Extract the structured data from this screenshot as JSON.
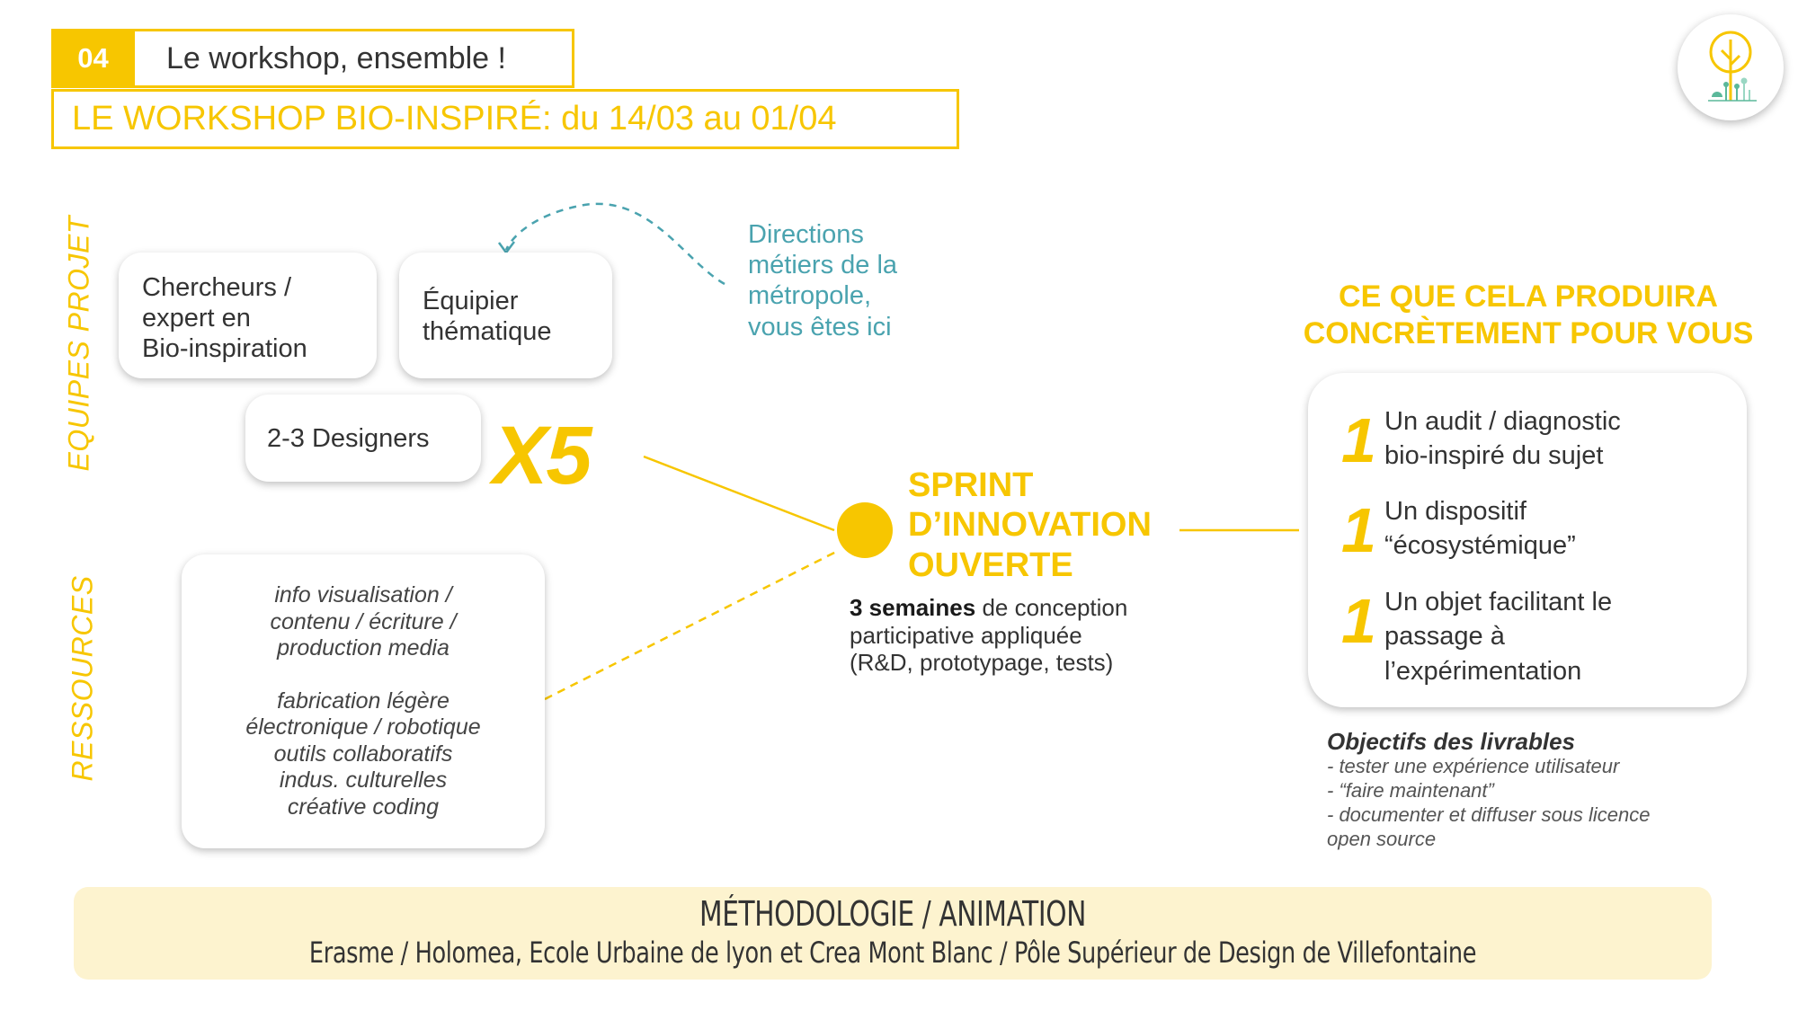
{
  "header": {
    "section_number": "04",
    "section_title": "Le workshop, ensemble !",
    "subtitle": "LE WORKSHOP BIO-INSPIRÉ: du 14/03 au 01/04"
  },
  "labels": {
    "equipes": "EQUIPES PROJET",
    "ressources": "RESSOURCES"
  },
  "teams": {
    "chercheurs": [
      "Chercheurs /",
      "expert en",
      "Bio-inspiration"
    ],
    "equipier": [
      "Équipier",
      "thématique"
    ],
    "designers": "2-3 Designers",
    "multiplier": "X5"
  },
  "directions": [
    "Directions",
    "métiers de la",
    "métropole,",
    "vous êtes ici"
  ],
  "resources": [
    "info visualisation /",
    "contenu / écriture /",
    "production media",
    "",
    "fabrication légère",
    "électronique / robotique",
    "outils collaboratifs",
    "indus. culturelles",
    "créative coding"
  ],
  "sprint": {
    "title": [
      "SPRINT",
      "D’INNOVATION",
      "OUVERTE"
    ],
    "duration_bold": "3 semaines",
    "desc_line1_rest": " de conception",
    "desc_line2": "participative appliquée",
    "desc_line3": "(R&D, prototypage, tests)"
  },
  "produce": {
    "title": [
      "CE QUE CELA PRODUIRA",
      "CONCRÈTEMENT POUR VOUS"
    ],
    "items": [
      {
        "num": "1",
        "text": [
          "Un audit / diagnostic",
          "bio-inspiré du sujet"
        ]
      },
      {
        "num": "1",
        "text": [
          "Un dispositif",
          "“écosystémique”"
        ]
      },
      {
        "num": "1",
        "text": [
          "Un objet facilitant le",
          "passage à",
          "l’expérimentation"
        ]
      }
    ]
  },
  "objectives": {
    "title": "Objectifs des livrables",
    "items": [
      "- tester une expérience utilisateur",
      "- “faire maintenant”",
      "- documenter et diffuser sous licence",
      "open source"
    ]
  },
  "method": {
    "title": "MÉTHODOLOGIE / ANIMATION",
    "subtitle": "Erasme / Holomea, Ecole Urbaine de lyon et Crea Mont Blanc / Pôle Supérieur de Design de Villefontaine"
  },
  "colors": {
    "accent": "#F7C600",
    "teal": "#4AA3AF",
    "method_bg": "#FDF3CF",
    "logo_green": "#5BB89A"
  },
  "icons": {
    "logo": "tree-logo-icon"
  }
}
